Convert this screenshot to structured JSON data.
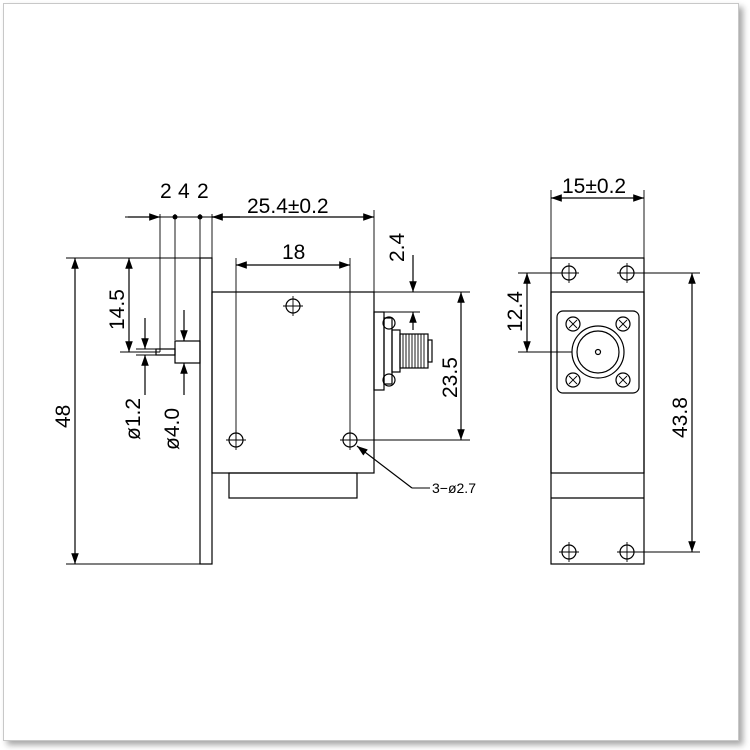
{
  "dimensions": {
    "top_spacing_a": "2",
    "top_spacing_b": "4",
    "top_spacing_c": "2",
    "body_width": "25.4±0.2",
    "hole_spacing": "18",
    "flange_offset": "2.4",
    "height_total": "48",
    "pin_height": "14.5",
    "pin_dia": "ø1.2",
    "pin_body_dia": "ø4.0",
    "body_height": "23.5",
    "hole_callout": "3−ø2.7",
    "side_width": "15±0.2",
    "connector_height": "12.4",
    "side_height": "43.8"
  }
}
